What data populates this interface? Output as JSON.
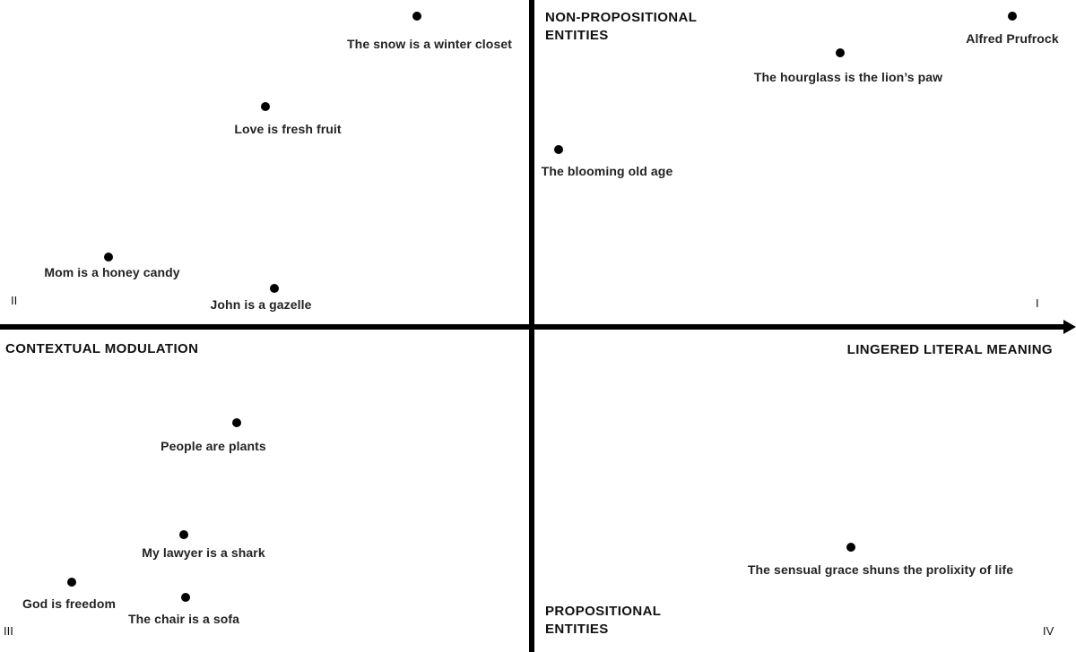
{
  "axes": {
    "horizontal_left": "CONTEXTUAL MODULATION",
    "horizontal_right": "LINGERED LITERAL MEANING",
    "vertical_top_line1": "NON-PROPOSITIONAL",
    "vertical_top_line2": "ENTITIES",
    "vertical_bottom_line1": "PROPOSITIONAL",
    "vertical_bottom_line2": "ENTITIES"
  },
  "quadrants": {
    "q1": "I",
    "q2": "II",
    "q3": "III",
    "q4": "IV"
  },
  "points": [
    {
      "label": "The snow is a winter closet"
    },
    {
      "label": "Love is fresh fruit"
    },
    {
      "label": "Mom is a  honey candy"
    },
    {
      "label": "John is a gazelle"
    },
    {
      "label": "Alfred Prufrock"
    },
    {
      "label": "The hourglass is the lion’s paw"
    },
    {
      "label": "The blooming old age"
    },
    {
      "label": "People are plants"
    },
    {
      "label": "My lawyer is a shark"
    },
    {
      "label": "God is freedom"
    },
    {
      "label": "The chair is a sofa"
    },
    {
      "label": "The sensual grace shuns the prolixity of life"
    }
  ]
}
